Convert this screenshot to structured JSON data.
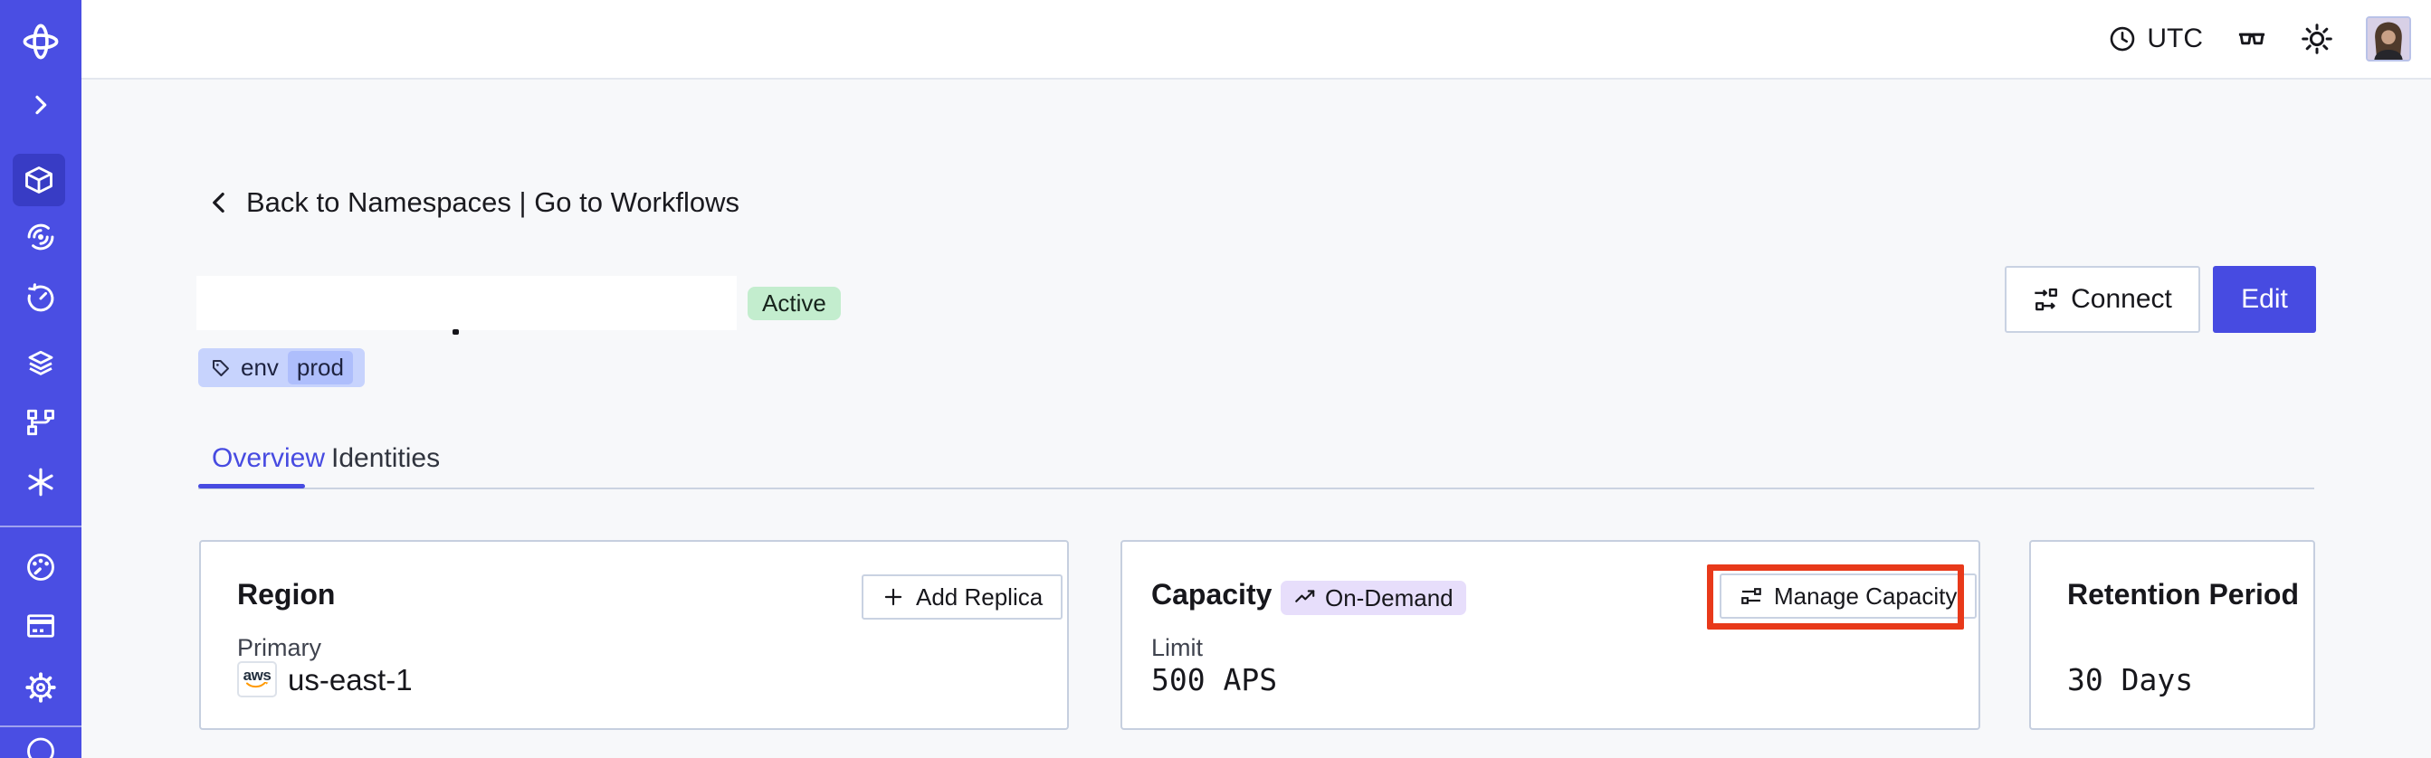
{
  "topbar": {
    "timezone": "UTC"
  },
  "sidebar": {
    "items": [
      "temporal-logo",
      "expand",
      "namespaces",
      "workflows",
      "schedules",
      "deployments",
      "batch-operations",
      "nexus",
      "usage",
      "billing",
      "settings",
      "help"
    ]
  },
  "page": {
    "breadcrumb": "Back to Namespaces | Go to Workflows",
    "status_badge": "Active",
    "tag": {
      "key": "env",
      "value": "prod"
    },
    "actions": {
      "connect": "Connect",
      "edit": "Edit"
    },
    "tabs": [
      {
        "label": "Overview",
        "active": true
      },
      {
        "label": "Identities",
        "active": false
      }
    ]
  },
  "cards": {
    "region": {
      "title": "Region",
      "action": "Add Replica",
      "label": "Primary",
      "provider": "aws",
      "value": "us-east-1"
    },
    "capacity": {
      "title": "Capacity",
      "badge": "On-Demand",
      "action": "Manage Capacity",
      "label": "Limit",
      "value": "500 APS"
    },
    "retention": {
      "title": "Retention Period",
      "value": "30 Days"
    }
  },
  "colors": {
    "accent": "#474BE1",
    "sidebar": "#4A4EE3",
    "sidebar_active": "#383CC5",
    "highlight_red": "#E8391A",
    "badge_green_bg": "#C3EDCE",
    "badge_purple_bg": "#E7DEFB",
    "tag_bg": "#C7D3FD",
    "tag_chip_bg": "#AEBEFC",
    "page_bg": "#F7F8FA",
    "border": "#C9D2E2",
    "aws_orange": "#FF9900"
  }
}
